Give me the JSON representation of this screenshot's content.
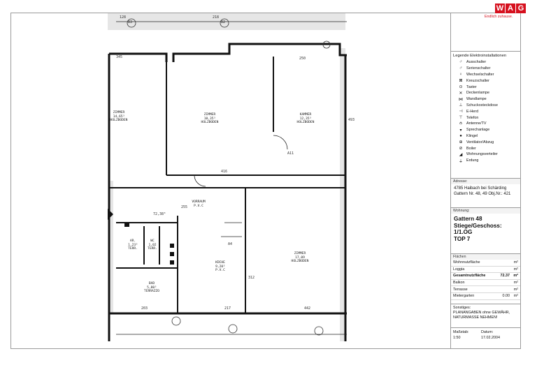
{
  "brand": {
    "name": "WAG",
    "tagline": "Endlich zuhause.",
    "color": "#d6101e"
  },
  "legend": {
    "title": "Legende Elektroinstallationen",
    "items": [
      {
        "icon": "switch-icon",
        "symbol": "♂",
        "label": "Ausschalter"
      },
      {
        "icon": "series-switch-icon",
        "symbol": "♂",
        "label": "Serienschalter"
      },
      {
        "icon": "changeover-switch-icon",
        "symbol": "♀",
        "label": "Wechselschalter"
      },
      {
        "icon": "cross-switch-icon",
        "symbol": "⊠",
        "label": "Kreuzschalter"
      },
      {
        "icon": "button-icon",
        "symbol": "⊙",
        "label": "Taster"
      },
      {
        "icon": "ceiling-lamp-icon",
        "symbol": "✕",
        "label": "Deckenlampe"
      },
      {
        "icon": "wall-lamp-icon",
        "symbol": "⋈",
        "label": "Wandlampe"
      },
      {
        "icon": "socket-icon",
        "symbol": "⊥",
        "label": "Schuckosteckdose"
      },
      {
        "icon": "stove-icon",
        "symbol": "⊣",
        "label": "E-Herd"
      },
      {
        "icon": "phone-icon",
        "symbol": "⊤",
        "label": "Telefon"
      },
      {
        "icon": "antenna-icon",
        "symbol": "⫛",
        "label": "Antenne/TV"
      },
      {
        "icon": "intercom-icon",
        "symbol": "▾",
        "label": "Sprechanlage"
      },
      {
        "icon": "bell-icon",
        "symbol": "●",
        "label": "Klingel"
      },
      {
        "icon": "fan-icon",
        "symbol": "⊕",
        "label": "Ventilator/Abzug"
      },
      {
        "icon": "boiler-icon",
        "symbol": "⊘",
        "label": "Boiler"
      },
      {
        "icon": "distribution-board-icon",
        "symbol": "◢",
        "label": "Wohnungsverteiler"
      },
      {
        "icon": "ground-icon",
        "symbol": "⏚",
        "label": "Erdung"
      }
    ]
  },
  "address": {
    "header": "Adresse:",
    "line1": "4785 Haibach bei Schärding",
    "line2": "Gattern Nr.  48, 49 Obj.Nr.: 421"
  },
  "apartment": {
    "header": "Wohnung:",
    "line1": "Gattern 48",
    "line2": "Stiege/Geschoss:",
    "line3": "1/1.OG",
    "line4": "TOP 7"
  },
  "areas": {
    "header": "Flächen",
    "rows": [
      {
        "name": "Wohnnutzfläche",
        "value": "",
        "unit": "m²",
        "bold": false
      },
      {
        "name": "Loggia",
        "value": "",
        "unit": "m²",
        "bold": false
      },
      {
        "name": "Gesamtnutzfläche",
        "value": "72.37",
        "unit": "m²",
        "bold": true
      },
      {
        "name": "Balkon",
        "value": "",
        "unit": "m²",
        "bold": false
      },
      {
        "name": "Terrasse",
        "value": "",
        "unit": "m²",
        "bold": false
      },
      {
        "name": "Mietergarten",
        "value": "0.00",
        "unit": "m²",
        "bold": false
      }
    ]
  },
  "notes": {
    "header": "Sonstiges:",
    "line1": "PLANANGABEN ohne GEWÄHR,",
    "line2": "NATURMASSE NEHMEN!"
  },
  "scale": {
    "label1": "Maßstab:",
    "label2": "Datum:",
    "value1": "1:50",
    "value2": "17.02.2004"
  },
  "plan": {
    "rooms": [
      {
        "l1": "ZIMMER",
        "l2": "14,65³",
        "l3": "HOLZBODEN"
      },
      {
        "l1": "ZIMMER",
        "l2": "10,35³",
        "l3": "HOLZBODEN"
      },
      {
        "l1": "KAMMER",
        "l2": "12,35³",
        "l3": "HOLZBODEN"
      },
      {
        "l1": "VORRAUM",
        "l2": "P.V.C",
        "l3": ""
      },
      {
        "l1": "KÜCHE",
        "l2": "9,20³",
        "l3": "P.V.C"
      },
      {
        "l1": "ZIMMER",
        "l2": "17,09",
        "l3": "HOLZBODEN"
      },
      {
        "l1": "BAD",
        "l2": "5,80³",
        "l3": "TERRAZZO"
      },
      {
        "l1": "AR.",
        "l2": "1,23³",
        "l3": "TERR."
      },
      {
        "l1": "WC",
        "l2": "1,02",
        "l3": "TERR."
      }
    ],
    "dims": [
      "128",
      "218",
      "345",
      "250",
      "493",
      "416",
      "312",
      "255",
      "203",
      "217",
      "442",
      "72,38³",
      "A4",
      "A11",
      "B2",
      "B3"
    ]
  }
}
